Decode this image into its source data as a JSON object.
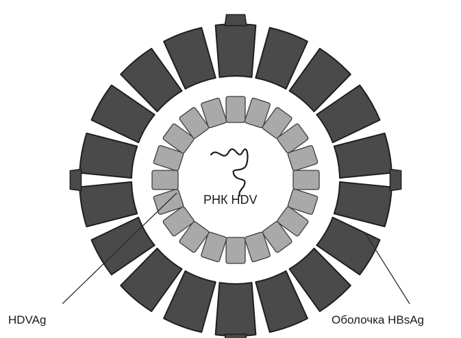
{
  "labels": {
    "rna": "РНК HDV",
    "antigen": "HDVAg",
    "envelope": "Оболочка HBsAg"
  },
  "diagram": {
    "outer_segment_count": 18,
    "inner_segment_count": 20
  },
  "colors": {
    "background": "#ffffff",
    "envelope_fill": "#4a4a4a",
    "envelope_stroke": "#1e1e1e",
    "capsid_fill": "#a9a9a9",
    "capsid_stroke": "#3c3c3c",
    "interior_fill": "#ffffff",
    "line": "#2a2a2a"
  }
}
